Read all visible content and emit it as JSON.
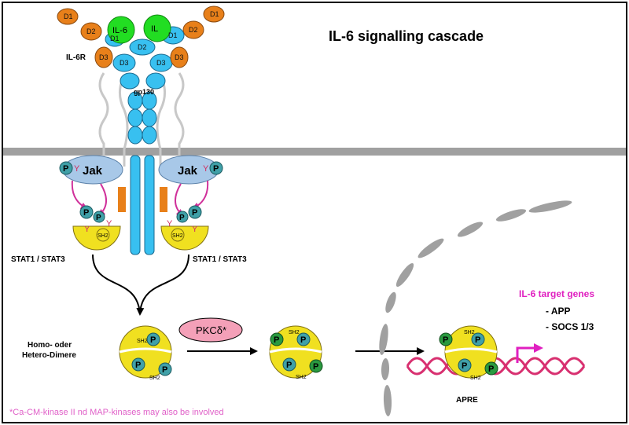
{
  "title": "IL-6 signalling cascade",
  "labels": {
    "il6r": "IL-6R",
    "gp130": "gp130",
    "il6_left": "IL-6",
    "il6_right": "IL",
    "jak": "Jak",
    "p": "P",
    "y": "Y",
    "sh2": "SH2",
    "stat_left": "STAT1 / STAT3",
    "stat_right": "STAT1  / STAT3",
    "dimer": [
      "Homo-  oder",
      "Hetero-Dimere"
    ],
    "pkc": "PKCδ*",
    "apre": "APRE",
    "target_title": "IL-6 target genes",
    "target_genes": [
      "- APP",
      "- SOCS 1/3"
    ],
    "footnote": "*Ca-CM-kinase II nd MAP-kinases may also be involved"
  },
  "domains": {
    "d1": "D1",
    "d2": "D2",
    "d3": "D3"
  },
  "colors": {
    "title": "#1a2a9c",
    "il6": "#22dd22",
    "il6r": "#e8801a",
    "gp130": "#38c0f0",
    "jak": "#a8c8e8",
    "stat": "#f0e020",
    "phospho": "#40a0a8",
    "membrane": "#a0a0a0",
    "arrow": "#d0309a",
    "pkc": "#f4a0b8",
    "dna": "#d83070",
    "target": "#e020c0",
    "nucleus": "#a0a0a0"
  }
}
